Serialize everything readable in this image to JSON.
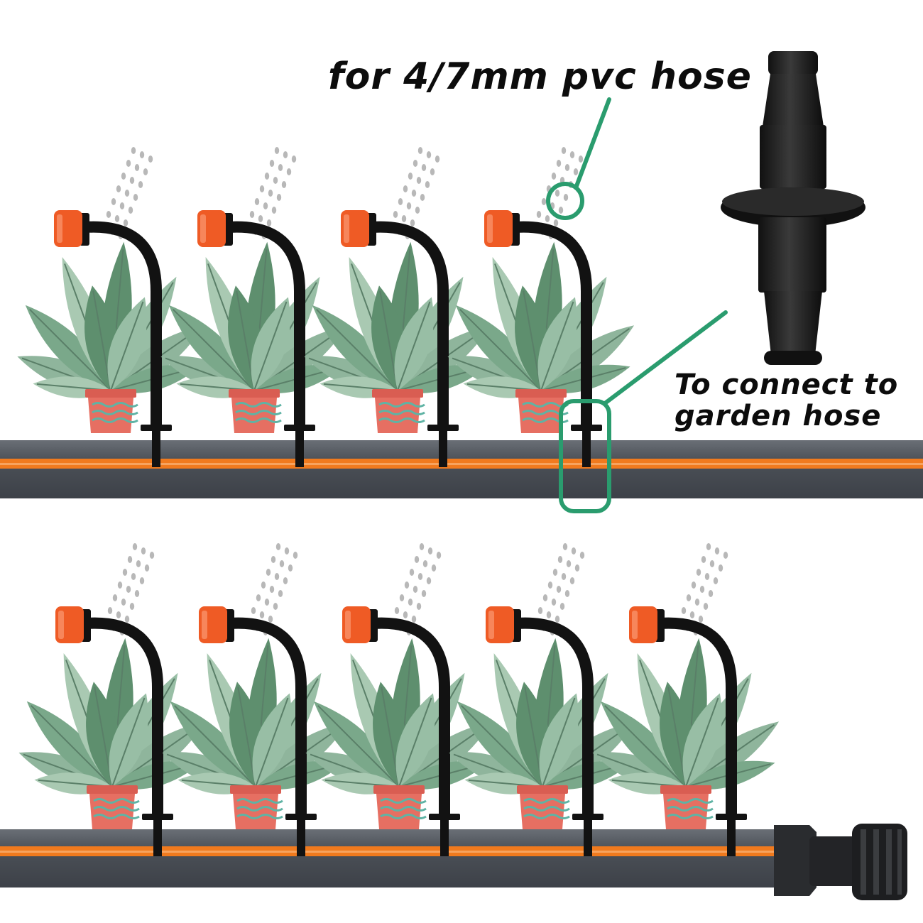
{
  "labels": {
    "hose_size": "for 4/7mm pvc hose",
    "connect_line1": "To connect to",
    "connect_line2": "garden hose"
  },
  "colors": {
    "hose_gray": "#4d525a",
    "hose_stripe": "#f07a1e",
    "emitter_orange": "#ef5b25",
    "pot_pink": "#e66f62",
    "leaf_green": "#7aa88a",
    "callout_green": "#2a9c6e"
  },
  "icons": {
    "connector": "barbed-coupler-icon",
    "end_fitting": "hose-end-connector-icon"
  }
}
